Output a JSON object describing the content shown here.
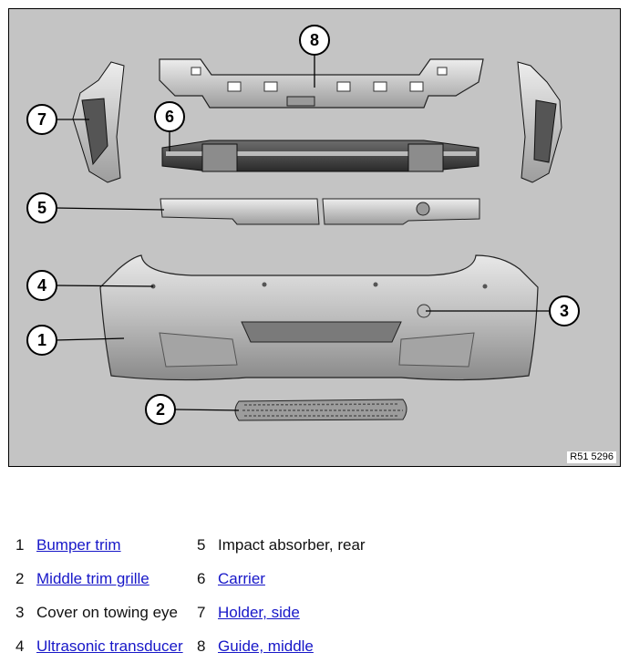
{
  "figure": {
    "code": "R51 5296",
    "callouts": [
      "8",
      "6",
      "7",
      "5",
      "4",
      "1",
      "3",
      "2"
    ]
  },
  "legend": [
    {
      "num": "1",
      "label": "Bumper trim",
      "link": true
    },
    {
      "num": "2",
      "label": "Middle trim grille",
      "link": true
    },
    {
      "num": "3",
      "label": "Cover on towing eye",
      "link": false
    },
    {
      "num": "4",
      "label": "Ultrasonic transducer",
      "link": true
    },
    {
      "num": "5",
      "label": "Impact absorber, rear",
      "link": false
    },
    {
      "num": "6",
      "label": "Carrier",
      "link": true
    },
    {
      "num": "7",
      "label": "Holder, side",
      "link": true
    },
    {
      "num": "8",
      "label": "Guide, middle",
      "link": true
    }
  ]
}
